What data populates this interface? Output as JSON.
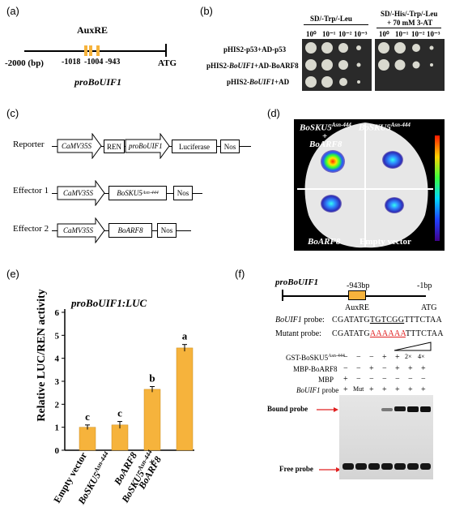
{
  "panels": {
    "a": "(a)",
    "b": "(b)",
    "c": "(c)",
    "d": "(d)",
    "e": "(e)",
    "f": "(f)"
  },
  "panel_a": {
    "element_label": "AuxRE",
    "positions": [
      "-1018",
      "-1004",
      "-943"
    ],
    "left_coord": "-2000 (bp)",
    "atg": "ATG",
    "caption": "proBoUIF1"
  },
  "panel_b": {
    "col_group1": "SD/-Trp/-Leu",
    "col_group2_line1": "SD/-His/-Trp/-Leu",
    "col_group2_line2": "+ 70 mM 3-AT",
    "dilutions": [
      "10⁰",
      "10⁻¹",
      "10⁻²",
      "10⁻³"
    ],
    "rows": [
      {
        "label": "pHIS2-p53+AD-p53"
      },
      {
        "label_pre": "pHIS2-",
        "label_ital": "BoUIF1",
        "label_post": "+AD-BoARF8"
      },
      {
        "label_pre": "pHIS2-",
        "label_ital": "BoUIF1",
        "label_post": "+AD"
      }
    ]
  },
  "panel_c": {
    "reporter_label": "Reporter",
    "effector1_label": "Effector 1",
    "effector2_label": "Effector 2",
    "promoter": "CaMV35S",
    "ren": "REN",
    "pro_uif": "proBoUIF1",
    "luciferase": "Luciferase",
    "nos": "Nos",
    "sku5": "BoSKU5",
    "sku5_sup": "Asn-444",
    "arf8": "BoARF8"
  },
  "panel_d": {
    "tl_main": "BoSKU5",
    "tl_sup": "Asn-444",
    "tl_plus": "+",
    "tl_arf": "BoARF8",
    "tr_main": "BoSKU5",
    "tr_sup": "Asn-444",
    "bl": "BoARF8",
    "br": "Empty vector"
  },
  "panel_e": {
    "chart_data": {
      "type": "bar",
      "title": "proBoUIF1:LUC",
      "ylabel": "Relative LUC/REN activity",
      "categories": [
        "Empty vector",
        "BoSKU5Asn-444",
        "BoARF8",
        "BoSKU5Asn-444 + BoARF8"
      ],
      "values": [
        1.0,
        1.1,
        2.65,
        4.45
      ],
      "errors": [
        0.1,
        0.15,
        0.12,
        0.15
      ],
      "significance": [
        "c",
        "c",
        "b",
        "a"
      ],
      "ylim": [
        0,
        6
      ],
      "yticks": [
        "0",
        "1",
        "2",
        "3",
        "4",
        "5",
        "6"
      ],
      "bar_color": "#f6b33c"
    },
    "cat_labels": [
      {
        "main": "Empty vector"
      },
      {
        "main": "BoSKU5",
        "sup": "Asn-444"
      },
      {
        "main": "BoARF8"
      },
      {
        "main": "BoSKU5",
        "sup": "Asn-444",
        "plus": "+",
        "second": "BoARF8"
      }
    ]
  },
  "panel_f": {
    "caption": "proBoUIF1",
    "pos1": "-943bp",
    "pos2": "-1bp",
    "auxre": "AuxRE",
    "atg": "ATG",
    "probe_label_ital": "BoUIF1",
    "probe_label_post": " probe:",
    "probe_seq_pre": "CGATATG",
    "probe_seq_mid": "TGTCGG",
    "probe_seq_post": "TTTCTAA",
    "mutant_label": "Mutant probe:",
    "mutant_seq_pre": "CGATATG",
    "mutant_seq_mid": "AAAAAA",
    "mutant_seq_post": "TTTCTAA",
    "rows": [
      {
        "label": "GST-BoSKU5",
        "sup": "Asn-444",
        "marks": [
          "−",
          "−",
          "−",
          "+",
          "+",
          "2×",
          "4×"
        ]
      },
      {
        "label": "MBP-BoARF8",
        "marks": [
          "−",
          "−",
          "+",
          "−",
          "+",
          "+",
          "+"
        ]
      },
      {
        "label": "MBP",
        "marks": [
          "+",
          "−",
          "−",
          "−",
          "−",
          "−",
          "−"
        ]
      },
      {
        "label_ital": "BoUIF1",
        "label_post": " probe",
        "marks": [
          "+",
          "Mut",
          "+",
          "+",
          "+",
          "+",
          "+"
        ]
      }
    ],
    "bound": "Bound probe",
    "free": "Free probe",
    "accent": "#e02020"
  }
}
